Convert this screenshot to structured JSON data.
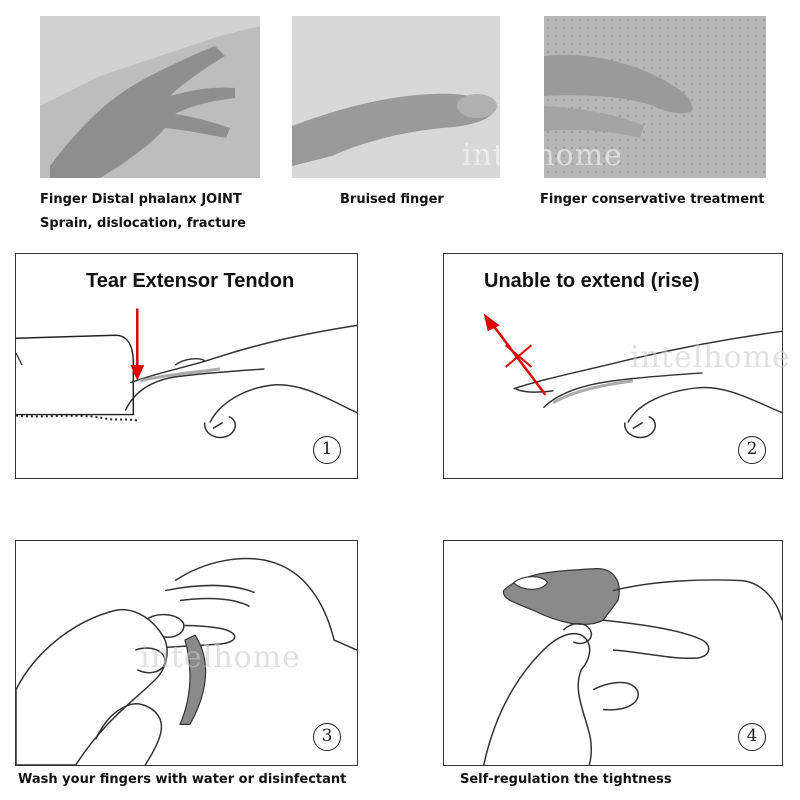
{
  "photos": {
    "captions": {
      "joint_line1": "Finger Distal phalanx JOINT",
      "joint_line2": "Sprain, dislocation, fracture",
      "bruised": "Bruised finger",
      "conservative": "Finger conservative treatment"
    }
  },
  "panels": {
    "p1": {
      "title": "Tear Extensor Tendon",
      "step": "1"
    },
    "p2": {
      "title": "Unable to extend (rise)",
      "step": "2"
    },
    "p3": {
      "step": "3",
      "caption": "Wash your fingers with water or disinfectant"
    },
    "p4": {
      "step": "4",
      "caption": "Self-regulation the tightness"
    }
  },
  "watermark": "intelhome",
  "colors": {
    "arrow": "#e00000",
    "outline": "#333333",
    "splint": "#8a8a8a"
  }
}
